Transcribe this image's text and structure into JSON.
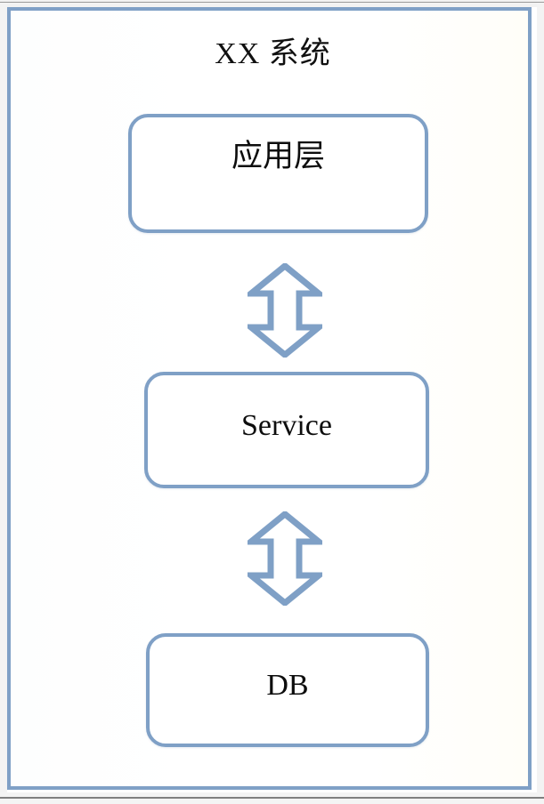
{
  "diagram": {
    "title": "XX 系统",
    "frame": {
      "border_color": "#7fa0c6",
      "background": "#ffffff"
    },
    "nodes": [
      {
        "id": "application-layer",
        "label": "应用层",
        "shape": "rounded-rectangle",
        "border_color": "#7fa0c6",
        "fill": "#ffffff"
      },
      {
        "id": "service",
        "label": "Service",
        "shape": "rounded-rectangle",
        "border_color": "#7fa0c6",
        "fill": "#ffffff"
      },
      {
        "id": "db",
        "label": "DB",
        "shape": "rounded-rectangle",
        "border_color": "#7fa0c6",
        "fill": "#ffffff"
      }
    ],
    "connectors": [
      {
        "id": "app-to-service",
        "from": "application-layer",
        "to": "service",
        "type": "double-headed-arrow",
        "direction": "vertical",
        "stroke": "#7fa0c6",
        "fill": "#ffffff",
        "icon": "double-arrow-vertical-icon"
      },
      {
        "id": "service-to-db",
        "from": "service",
        "to": "db",
        "type": "double-headed-arrow",
        "direction": "vertical",
        "stroke": "#7fa0c6",
        "fill": "#ffffff",
        "icon": "double-arrow-vertical-icon"
      }
    ]
  }
}
